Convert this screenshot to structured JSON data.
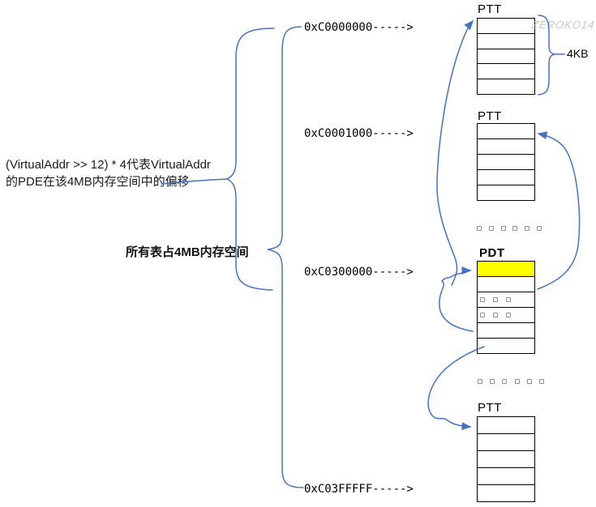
{
  "watermark": "ZEROKO14",
  "notes": {
    "formula_line1": "(VirtualAddr >> 12) * 4代表VirtualAddr",
    "formula_line2": "的PDE在该4MB内存空间中的偏移",
    "bold_note": "所有表占4MB内存空间",
    "size_label": "4KB"
  },
  "addresses": [
    "0xC0000000----->",
    "0xC0001000----->",
    "0xC0300000----->",
    "0xC03FFFFF----->"
  ],
  "tables": [
    {
      "key": "ptt-top",
      "label": "PTT",
      "rows": 5,
      "highlight_row": -1,
      "dot_rows": []
    },
    {
      "key": "ptt-second",
      "label": "PTT",
      "rows": 5,
      "highlight_row": -1,
      "dot_rows": []
    },
    {
      "key": "pdt",
      "label": "PDT",
      "rows": 6,
      "highlight_row": 0,
      "dot_rows": [
        2,
        3
      ],
      "dots_per_row": 3
    },
    {
      "key": "ptt-bottom",
      "label": "PTT",
      "rows": 5,
      "highlight_row": -1,
      "dot_rows": []
    }
  ],
  "separators": [
    {
      "dots": 6
    },
    {
      "dots": 6
    }
  ],
  "colors": {
    "accent": "#4472C4",
    "highlight": "#FFFF00",
    "watermark": "#c6c6c6"
  }
}
